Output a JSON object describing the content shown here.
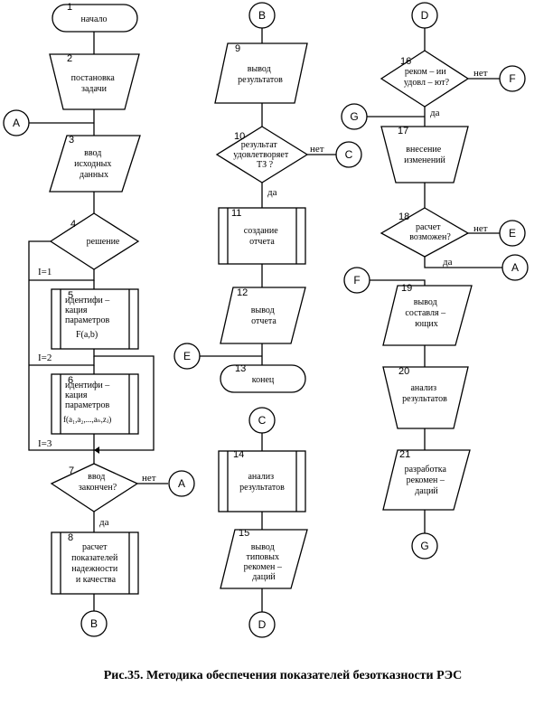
{
  "blocks": {
    "b1": {
      "num": "1",
      "lines": [
        "начало"
      ]
    },
    "b2": {
      "num": "2",
      "lines": [
        "постановка",
        "задачи"
      ]
    },
    "b3": {
      "num": "3",
      "lines": [
        "ввод",
        "исходных",
        "данных"
      ]
    },
    "b4": {
      "num": "4",
      "lines": [
        "решение"
      ]
    },
    "b5": {
      "num": "5",
      "lines": [
        "идентифи –",
        "кация",
        "параметров",
        "F(a,b)"
      ]
    },
    "b6": {
      "num": "6",
      "lines": [
        "идентифи –",
        "кация",
        "параметров",
        "f(a₁,a₂,...,aₙ,zⱼ)"
      ]
    },
    "b7": {
      "num": "7",
      "lines": [
        "ввод",
        "закончен?"
      ]
    },
    "b8": {
      "num": "8",
      "lines": [
        "расчет",
        "показателей",
        "надежности",
        "и качества"
      ]
    },
    "b9": {
      "num": "9",
      "lines": [
        "вывод",
        "результатов"
      ]
    },
    "b10": {
      "num": "10",
      "lines": [
        "результат",
        "удовлетворяет",
        "ТЗ ?"
      ]
    },
    "b11": {
      "num": "11",
      "lines": [
        "создание",
        "отчета"
      ]
    },
    "b12": {
      "num": "12",
      "lines": [
        "вывод",
        "отчета"
      ]
    },
    "b13": {
      "num": "13",
      "lines": [
        "конец"
      ]
    },
    "b14": {
      "num": "14",
      "lines": [
        "анализ",
        "результатов"
      ]
    },
    "b15": {
      "num": "15",
      "lines": [
        "вывод",
        "типовых",
        "рекомен –",
        "даций"
      ]
    },
    "b16": {
      "num": "16",
      "lines": [
        "реком – ии",
        "удовл – ют?"
      ]
    },
    "b17": {
      "num": "17",
      "lines": [
        "внесение",
        "изменений"
      ]
    },
    "b18": {
      "num": "18",
      "lines": [
        "расчет",
        "возможен?"
      ]
    },
    "b19": {
      "num": "19",
      "lines": [
        "вывод",
        "составля –",
        "ющих"
      ]
    },
    "b20": {
      "num": "20",
      "lines": [
        "анализ",
        "результатов"
      ]
    },
    "b21": {
      "num": "21",
      "lines": [
        "разработка",
        "рекомен –",
        "даций"
      ]
    }
  },
  "connectors": {
    "A": "A",
    "B": "B",
    "C": "C",
    "D": "D",
    "E": "E",
    "F": "F",
    "G": "G"
  },
  "edge_labels": {
    "yes": "да",
    "no": "нет",
    "i1": "I=1",
    "i2": "I=2",
    "i3": "I=3"
  },
  "caption": "Рис.35. Методика обеспечения показателей безотказности РЭС"
}
